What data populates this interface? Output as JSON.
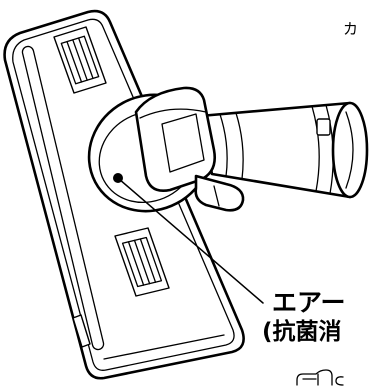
{
  "labels": {
    "corner_text": "カ",
    "callout_title": "エアー",
    "callout_subtitle": "(抗菌消"
  },
  "icons": {
    "note_icon": "pointing-hand-icon"
  },
  "colors": {
    "ink": "#000000",
    "background": "#ffffff",
    "fill": "#ffffff"
  }
}
